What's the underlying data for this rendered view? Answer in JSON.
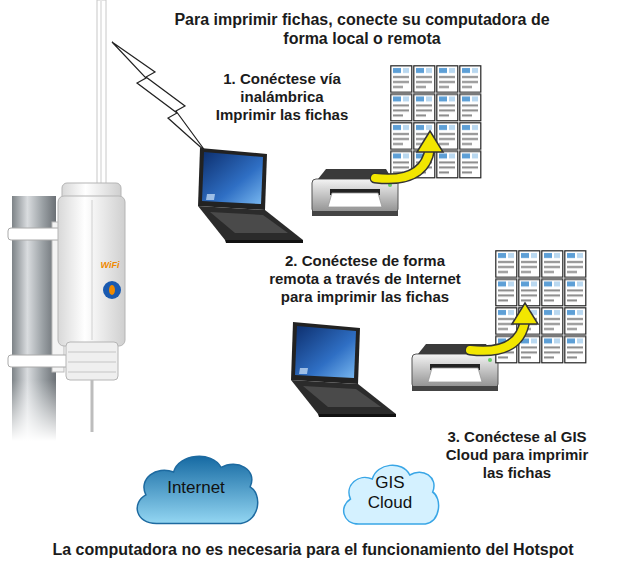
{
  "diagram": {
    "title": "Para imprimir fichas, conecte su computadora de forma local o remota",
    "caption": "La computadora no es necesaria para el funcionamiento del Hotspot",
    "nodes": [
      {
        "text": [
          "Internet"
        ]
      },
      {
        "text": [
          "GIS Cloud"
        ]
      }
    ],
    "labels": [
      "1. Conéctese vía inalámbrica Imprimir las fichas",
      "2. Conéctese de forma remota a través de Internet para imprimir las fichas",
      "3. Conéctese al GIS Cloud para imprimir las fichas",
      "WiFi"
    ]
  }
}
